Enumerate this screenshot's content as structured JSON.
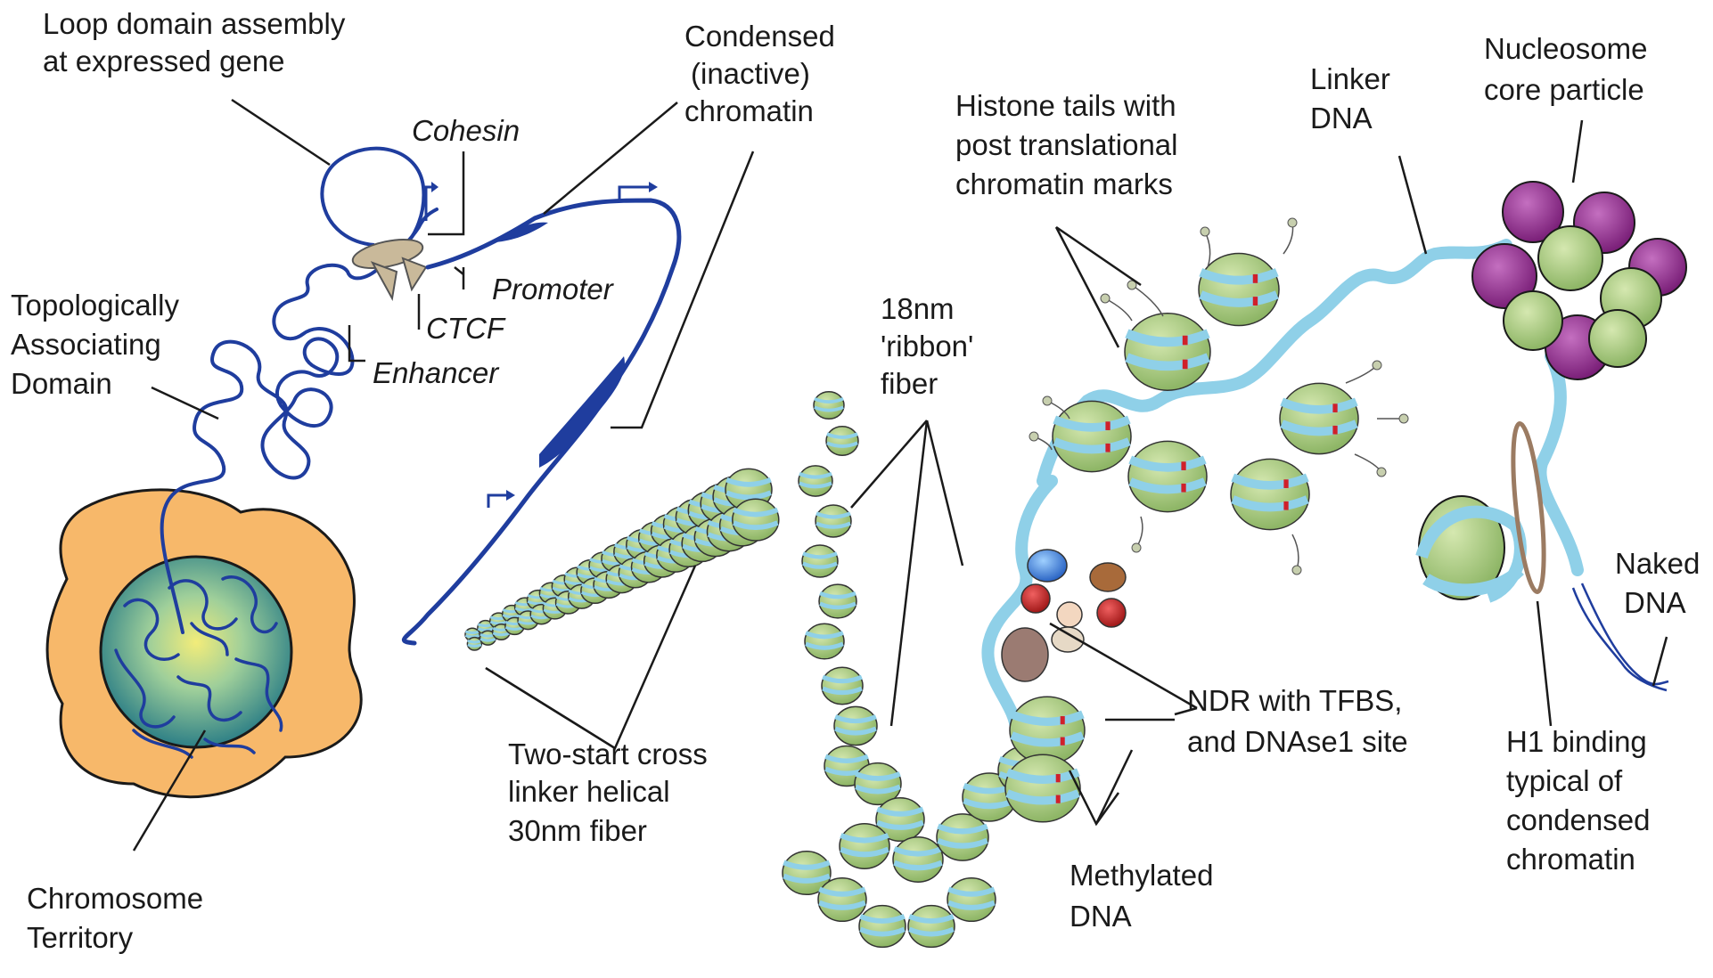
{
  "labels": {
    "loop_domain_line1": "Loop domain assembly",
    "loop_domain_line2": "at expressed gene",
    "cohesin": "Cohesin",
    "condensed_line1": "Condensed",
    "condensed_line2": "(inactive)",
    "condensed_line3": "chromatin",
    "promoter": "Promoter",
    "ctcf": "CTCF",
    "enhancer": "Enhancer",
    "tad_line1": "Topologically",
    "tad_line2": "Associating",
    "tad_line3": "Domain",
    "territory_line1": "Chromosome",
    "territory_line2": "Territory",
    "ribbon_line1": "18nm",
    "ribbon_line2": "'ribbon'",
    "ribbon_line3": "fiber",
    "twostart_line1": "Two-start cross",
    "twostart_line2": "linker helical",
    "twostart_line3": "30nm fiber",
    "histone_line1": "Histone tails with",
    "histone_line2": "post translational",
    "histone_line3": "chromatin marks",
    "linker_line1": "Linker",
    "linker_line2": "DNA",
    "nucleosome_line1": "Nucleosome",
    "nucleosome_line2": "core particle",
    "naked_line1": "Naked",
    "naked_line2": "DNA",
    "ndr_line1": "NDR with TFBS,",
    "ndr_line2": "and DNAse1 site",
    "methylated_line1": "Methylated",
    "methylated_line2": "DNA",
    "h1_line1": "H1 binding",
    "h1_line2": "typical of",
    "h1_line3": "condensed",
    "h1_line4": "chromatin"
  },
  "colors": {
    "chromatin_blue": "#1f3d9e",
    "territory_orange": "#f7b86a",
    "nucleus_teal": "#3f8f8a",
    "nucleosome_green": "#a9c97c",
    "dna_lightblue": "#8fd0e8",
    "histone_purple": "#8e2a8c",
    "methyl_red": "#d0202a",
    "cohesin_tan": "#c9b99a",
    "h1_brown": "#9b7b62"
  }
}
